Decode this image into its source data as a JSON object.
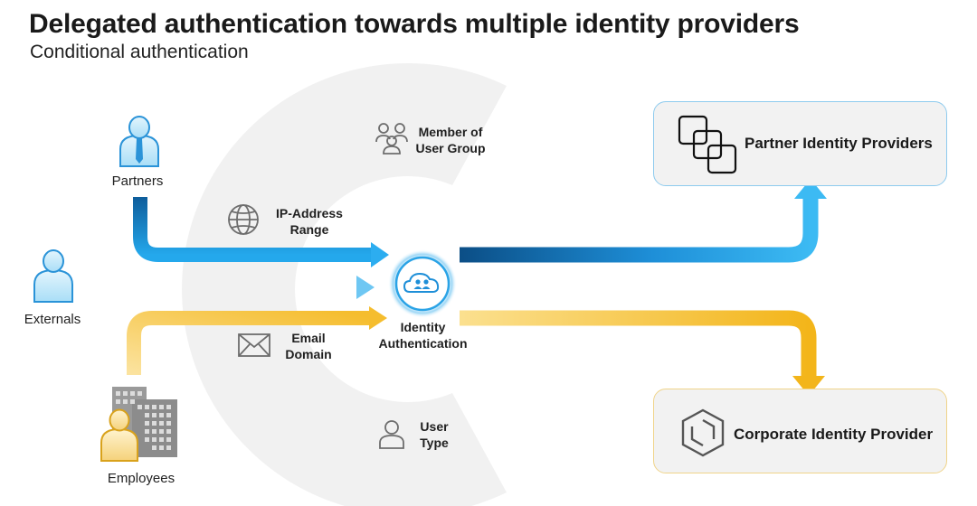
{
  "title": "Delegated authentication towards multiple identity providers",
  "subtitle": "Conditional authentication",
  "actors": {
    "partners": "Partners",
    "externals": "Externals",
    "employees": "Employees"
  },
  "criteria": {
    "member_line1": "Member of",
    "member_line2": "User Group",
    "ip_line1": "IP-Address",
    "ip_line2": "Range",
    "email_line1": "Email",
    "email_line2": "Domain",
    "user_line1": "User",
    "user_line2": "Type"
  },
  "hub": {
    "line1": "Identity",
    "line2": "Authentication"
  },
  "targets": {
    "partner": "Partner Identity Providers",
    "corporate": "Corporate Identity Provider"
  },
  "icons": {
    "person": "person-icon",
    "building": "building-icon",
    "globe": "globe-icon",
    "envelope": "envelope-icon",
    "group": "user-group-icon",
    "user": "user-icon",
    "cloud": "cloud-users-icon",
    "squares": "stacked-squares-icon",
    "hexagon": "hexagon-icon"
  },
  "colors": {
    "blue": "#1e9ee8",
    "light_blue": "#8fd4f5",
    "dark_blue": "#0b4e86",
    "gold": "#f3b51a",
    "light_gold": "#fbe08f"
  }
}
